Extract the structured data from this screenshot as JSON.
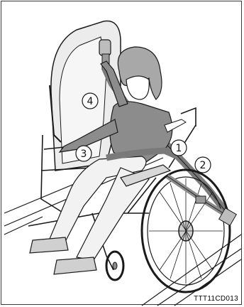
{
  "figure": {
    "code": "TTT11CD013",
    "callouts": [
      {
        "id": "callout-1",
        "label": "1"
      },
      {
        "id": "callout-2",
        "label": "2"
      },
      {
        "id": "callout-3",
        "label": "3"
      },
      {
        "id": "callout-4",
        "label": "4"
      }
    ]
  },
  "colors": {
    "line": "#1a1a1a",
    "fill_light": "#e9e9e9",
    "fill_mid": "#bdbdbd",
    "fill_dark": "#8c8c8c",
    "belt": "#7a7a7a"
  }
}
